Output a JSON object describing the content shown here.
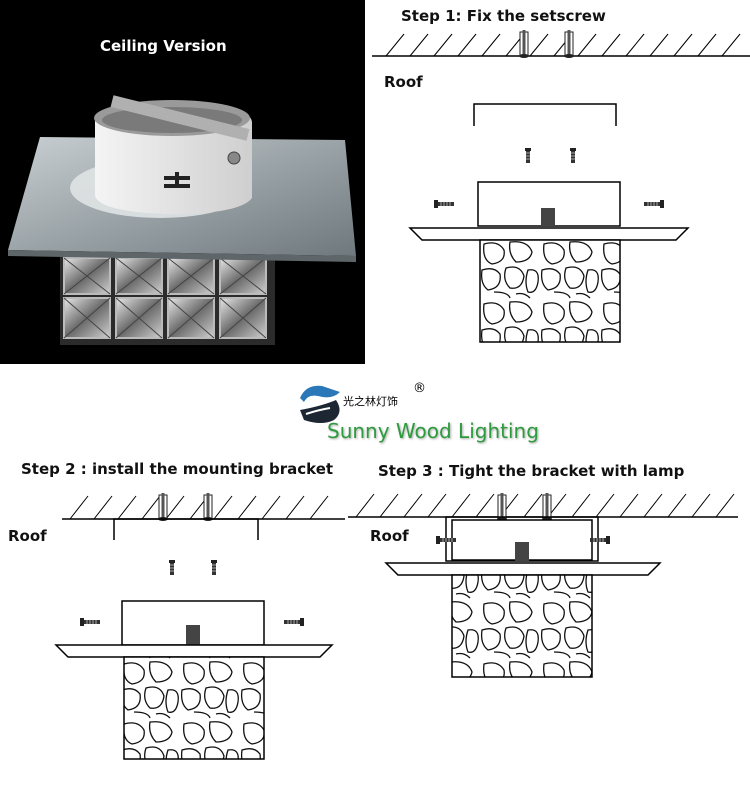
{
  "photo": {
    "caption": "Ceiling Version"
  },
  "step1": {
    "title": "Step 1: Fix the setscrew",
    "roof": "Roof"
  },
  "step2": {
    "title": "Step 2 : install the mounting bracket",
    "roof": "Roof"
  },
  "step3": {
    "title": "Step 3 : Tight the bracket with lamp",
    "roof": "Roof"
  },
  "logo": {
    "chinese_name": "光之林灯饰",
    "registered": "®",
    "english_name": "Sunny Wood Lighting"
  },
  "colors": {
    "brand_green": "#2f9b3f",
    "logo_blue": "#2a78b8",
    "logo_dark": "#1d2733"
  }
}
